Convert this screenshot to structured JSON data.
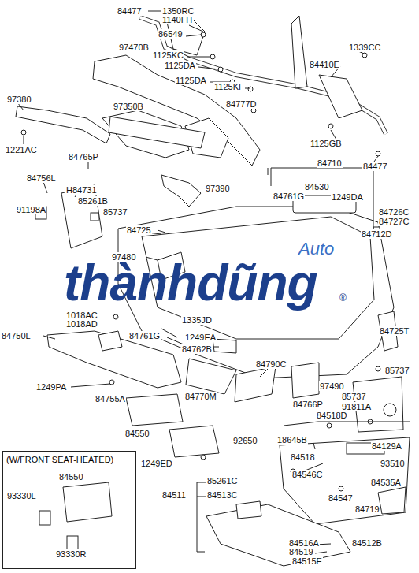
{
  "diagram": {
    "nodes": [
      {
        "text": [
          "(W/FRONT SEAT-HEATED)"
        ]
      }
    ],
    "edges": [],
    "labels": [
      "84477",
      "1350RC",
      "1140FH",
      "86549",
      "97470B",
      "1339CC",
      "1125KC",
      "1125DA",
      "84410E",
      "1125DA",
      "1125KF",
      "97380",
      "84777D",
      "97350B",
      "1221AC",
      "1125GB",
      "84765P",
      "84477",
      "84710",
      "84756L",
      "H84731",
      "84530",
      "84761G",
      "1249DA",
      "97390",
      "91198A",
      "85261B",
      "85737",
      "84726C",
      "84727C",
      "84712D",
      "84725",
      "97480",
      "thànhdũng",
      "Auto",
      "®",
      "1018AC",
      "1018AD",
      "1335JD",
      "84750L",
      "84761G",
      "1249EA",
      "84762B",
      "84725T",
      "84790C",
      "85737",
      "1249PA",
      "84770M",
      "97490",
      "84755A",
      "85737",
      "84766P",
      "91811A",
      "84518D",
      "84550",
      "92650",
      "18645B",
      "84129A",
      "84518",
      "93510",
      "1249ED",
      "84550",
      "84546C",
      "84535A",
      "85261C",
      "93330L",
      "84511",
      "84513C",
      "84547",
      "84719",
      "93330R",
      "84516A",
      "84512B",
      "84519",
      "84515E"
    ]
  }
}
